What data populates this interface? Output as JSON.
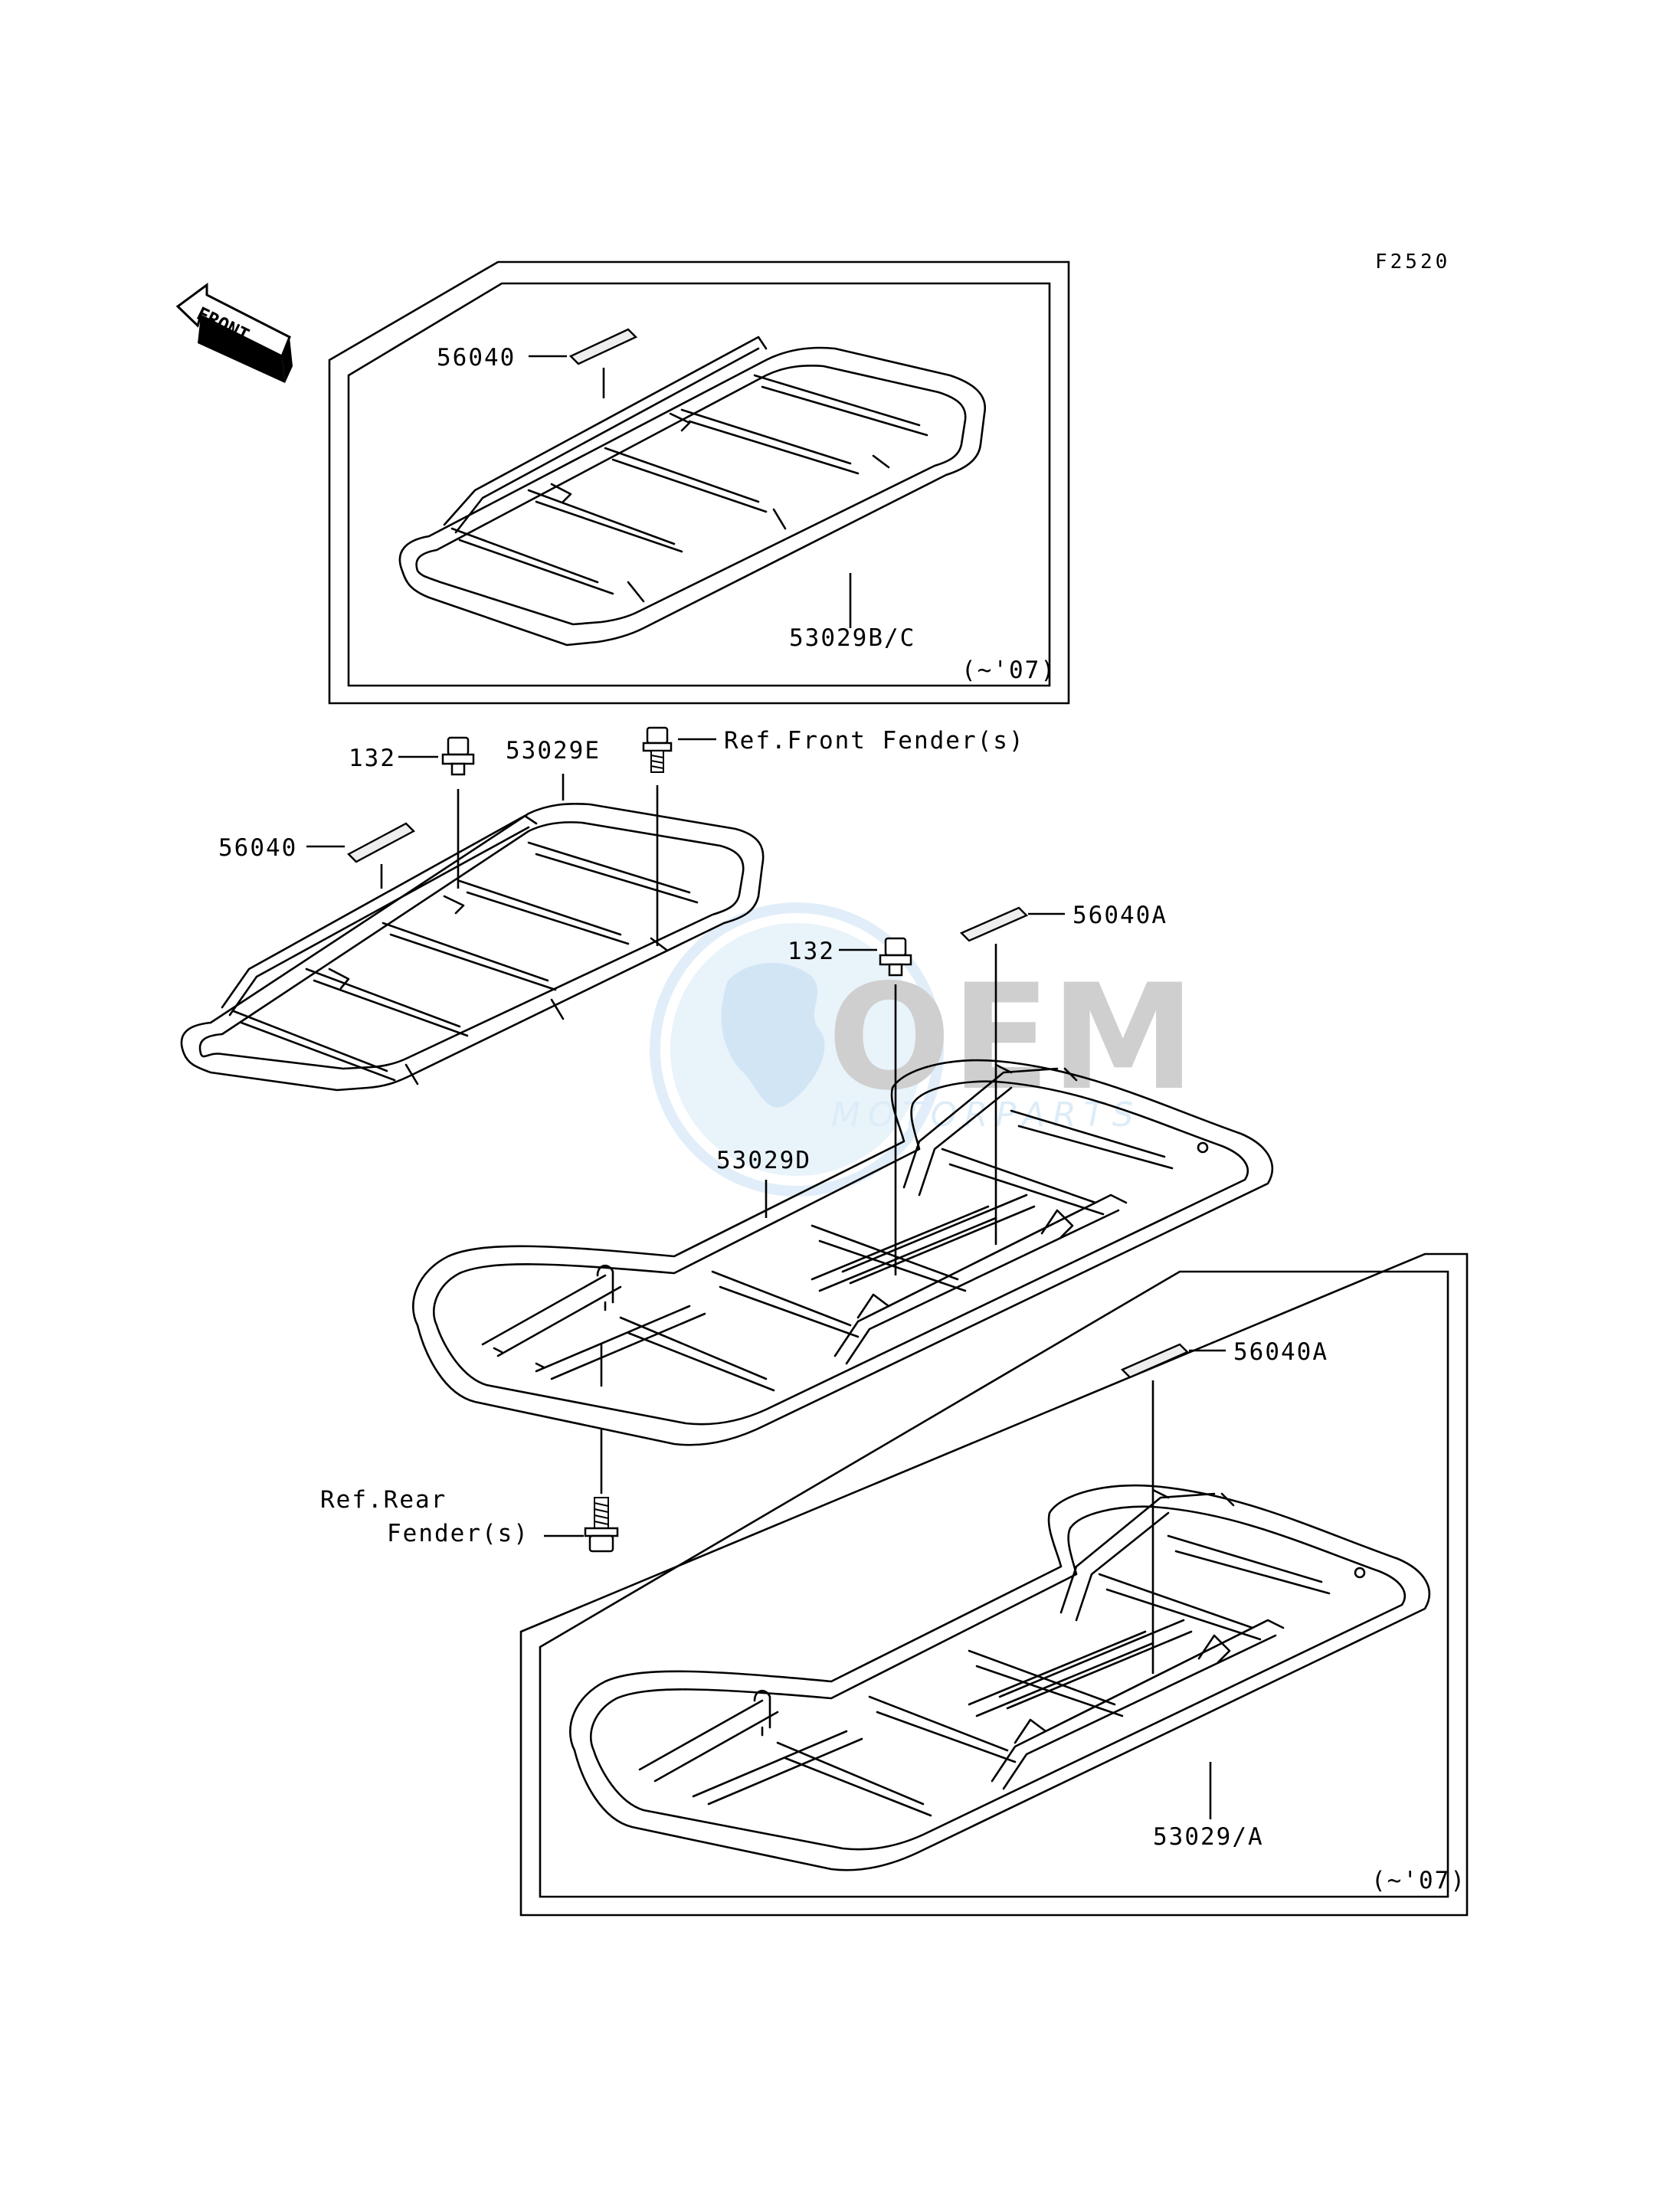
{
  "diagram_code": "F2520",
  "front_marker": "FRONT",
  "watermark": {
    "brand": "OEM",
    "sub": "MOTORPARTS"
  },
  "upper_inset": {
    "label_56040": "56040",
    "label_rack": "53029B/C",
    "note": "(~'07)"
  },
  "front_rack": {
    "bolt_label": "132",
    "rack_label": "53029E",
    "decal_label": "56040",
    "ref_label": "Ref.Front Fender(s)"
  },
  "rear_rack": {
    "bolt_label": "132",
    "decal_label": "56040A",
    "rack_label": "53029D",
    "ref_line1": "Ref.Rear",
    "ref_line2": "Fender(s)"
  },
  "lower_inset": {
    "decal_label": "56040A",
    "rack_label": "53029/A",
    "note": "(~'07)"
  }
}
